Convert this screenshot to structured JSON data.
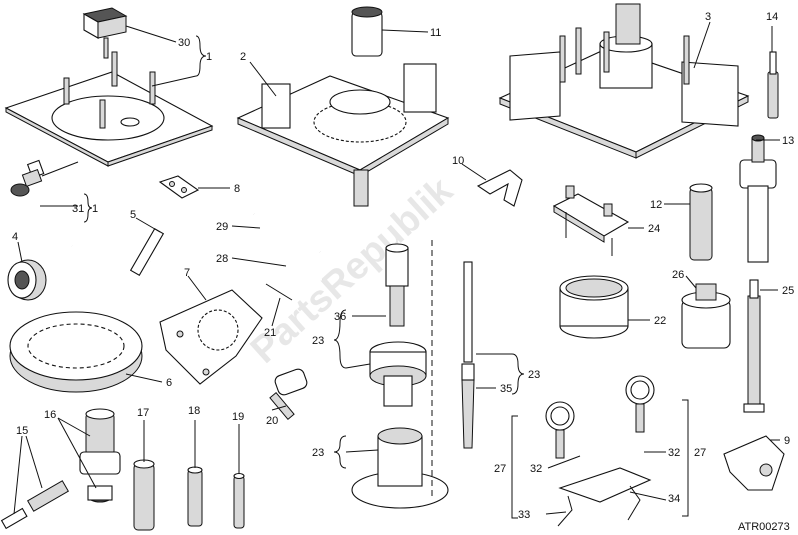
{
  "diagram": {
    "code": "ATR00273",
    "watermark": "PartsRepublik",
    "labels": [
      {
        "id": "30",
        "text": "30"
      },
      {
        "id": "1a",
        "text": "1"
      },
      {
        "id": "31",
        "text": "31"
      },
      {
        "id": "1b",
        "text": "1"
      },
      {
        "id": "2",
        "text": "2"
      },
      {
        "id": "11",
        "text": "11"
      },
      {
        "id": "3",
        "text": "3"
      },
      {
        "id": "14",
        "text": "14"
      },
      {
        "id": "13",
        "text": "13"
      },
      {
        "id": "10",
        "text": "10"
      },
      {
        "id": "8",
        "text": "8"
      },
      {
        "id": "12",
        "text": "12"
      },
      {
        "id": "24",
        "text": "24"
      },
      {
        "id": "5",
        "text": "5"
      },
      {
        "id": "29",
        "text": "29"
      },
      {
        "id": "4",
        "text": "4"
      },
      {
        "id": "28",
        "text": "28"
      },
      {
        "id": "7",
        "text": "7"
      },
      {
        "id": "26",
        "text": "26"
      },
      {
        "id": "25",
        "text": "25"
      },
      {
        "id": "21",
        "text": "21"
      },
      {
        "id": "36",
        "text": "36"
      },
      {
        "id": "22",
        "text": "22"
      },
      {
        "id": "23a",
        "text": "23"
      },
      {
        "id": "6",
        "text": "6"
      },
      {
        "id": "20",
        "text": "20"
      },
      {
        "id": "23b",
        "text": "23"
      },
      {
        "id": "35",
        "text": "35"
      },
      {
        "id": "16",
        "text": "16"
      },
      {
        "id": "17",
        "text": "17"
      },
      {
        "id": "18",
        "text": "18"
      },
      {
        "id": "19",
        "text": "19"
      },
      {
        "id": "9",
        "text": "9"
      },
      {
        "id": "15",
        "text": "15"
      },
      {
        "id": "23c",
        "text": "23"
      },
      {
        "id": "32a",
        "text": "32"
      },
      {
        "id": "27a",
        "text": "27"
      },
      {
        "id": "32b",
        "text": "32"
      },
      {
        "id": "27b",
        "text": "27"
      },
      {
        "id": "34",
        "text": "34"
      },
      {
        "id": "33",
        "text": "33"
      }
    ]
  }
}
